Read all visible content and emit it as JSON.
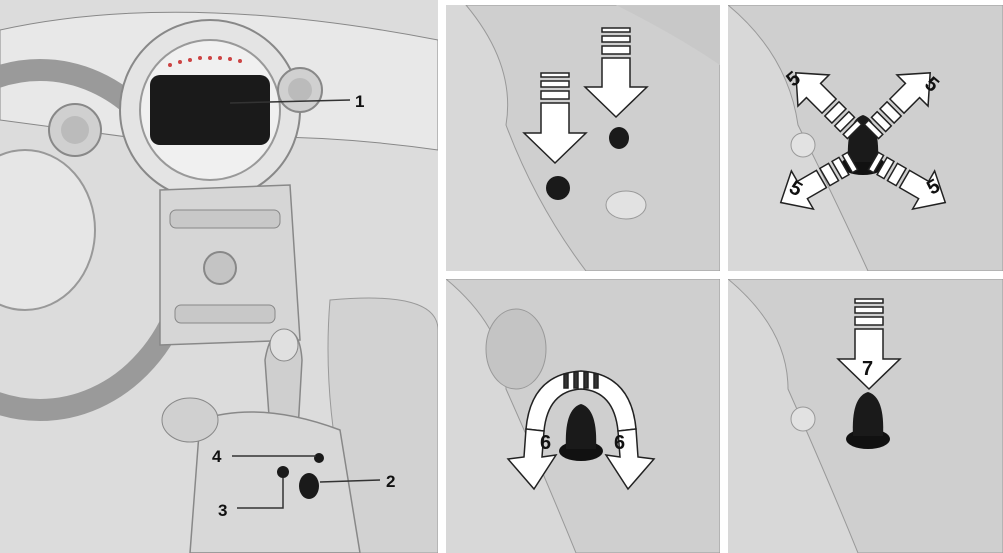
{
  "overview": {
    "callouts": [
      {
        "id": "1",
        "label": "1"
      },
      {
        "id": "2",
        "label": "2"
      },
      {
        "id": "3",
        "label": "3"
      },
      {
        "id": "4",
        "label": "4"
      }
    ]
  },
  "steps": {
    "direction_label": "5",
    "rotate_label": "6",
    "press_label": "7"
  },
  "colors": {
    "background": "#d9d9d9",
    "line": "#555555",
    "knob": "#1a1a1a",
    "arrow_fill": "#ffffff"
  }
}
